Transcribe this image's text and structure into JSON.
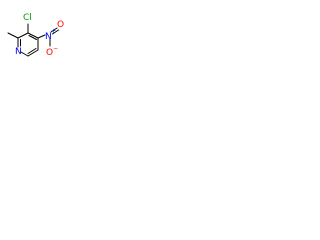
{
  "molecule": {
    "atoms": {
      "ring_nitrogen": "N",
      "chlorine": "Cl",
      "nitro_nitrogen": "N",
      "nitro_charge": "+",
      "oxygen_double": "O",
      "oxygen_single": "O",
      "oxygen_charge": "−"
    },
    "colors": {
      "bond": "#000000",
      "nitrogen": "#0000ff",
      "chlorine": "#00a000",
      "oxygen": "#ff0000"
    }
  }
}
